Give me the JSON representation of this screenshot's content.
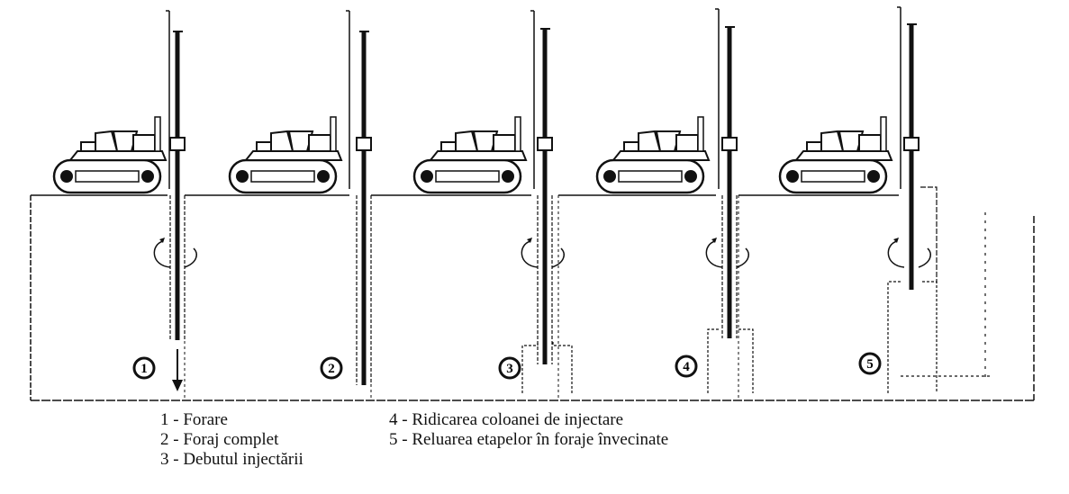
{
  "figure": {
    "title": "",
    "steps": [
      {
        "number": "1",
        "label": "Forare",
        "circle_label": "1"
      },
      {
        "number": "2",
        "label": "Foraj complet",
        "circle_label": "2"
      },
      {
        "number": "3",
        "label": "Debutul injectării",
        "circle_label": "3"
      },
      {
        "number": "4",
        "label": "Ridicarea coloanei de injectare",
        "circle_label": "4"
      },
      {
        "number": "5",
        "label": "Reluarea etapelor în foraje învecinate",
        "circle_label": "5"
      }
    ],
    "icons": {
      "rig": "drilling-rig-icon",
      "rotation": "rotation-arrow-icon",
      "down": "arrow-down-icon"
    }
  },
  "legend": {
    "col1": [
      "1 - Forare",
      "2 - Foraj complet",
      "3 - Debutul injectării"
    ],
    "col2": [
      "4 - Ridicarea coloanei de injectare",
      "5 - Reluarea etapelor în foraje învecinate"
    ]
  }
}
